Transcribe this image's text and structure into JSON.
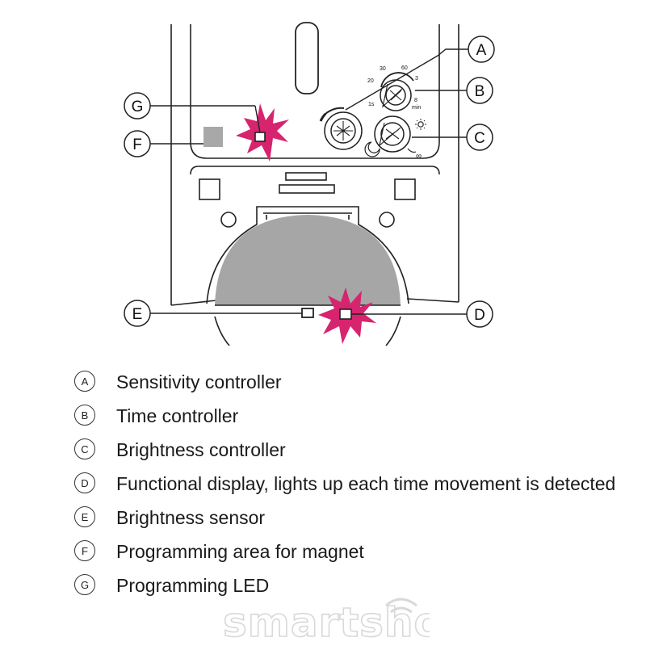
{
  "diagram": {
    "callouts": {
      "a": "A",
      "b": "B",
      "c": "C",
      "d": "D",
      "e": "E",
      "f": "F",
      "g": "G"
    },
    "dial_time_labels": {
      "t30": "30",
      "t60": "60",
      "t3": "3",
      "t1s": "1s",
      "t8": "8",
      "tmin": "min"
    },
    "dial_brightness_labels": {
      "infinity": "∞"
    },
    "colors": {
      "flash": "#d6246e",
      "dome": "#a6a6a6",
      "sensor_pad": "#a8a8a8",
      "line": "#222222"
    }
  },
  "legend": [
    {
      "letter": "A",
      "text": "Sensitivity controller"
    },
    {
      "letter": "B",
      "text": "Time controller"
    },
    {
      "letter": "C",
      "text": "Brightness controller"
    },
    {
      "letter": "D",
      "text": "Functional display, lights up each time movement is detected"
    },
    {
      "letter": "E",
      "text": "Brightness sensor"
    },
    {
      "letter": "F",
      "text": "Programming area for magnet"
    },
    {
      "letter": "G",
      "text": "Programming LED"
    }
  ],
  "watermark": {
    "text": "smartsho"
  }
}
